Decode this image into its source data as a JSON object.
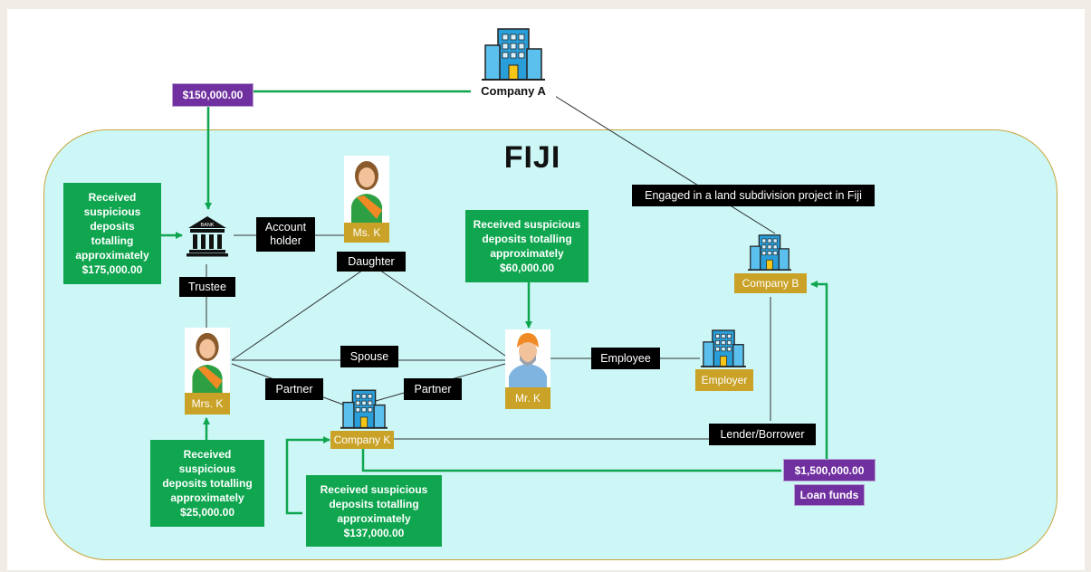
{
  "region_label": "FIJI",
  "entities": {
    "company_a": "Company A",
    "company_b": "Company B",
    "company_k": "Company K",
    "employer": "Employer",
    "ms_k": "Ms. K",
    "mrs_k": "Mrs. K",
    "mr_k": "Mr. K"
  },
  "amounts": {
    "payment_a": "$150,000.00",
    "loan_amount": "$1,500,000.00",
    "loan_label": "Loan funds"
  },
  "relationships": {
    "account_holder": [
      "Account",
      "holder"
    ],
    "trustee": "Trustee",
    "daughter": "Daughter",
    "spouse": "Spouse",
    "partner_left": "Partner",
    "partner_right": "Partner",
    "employee": "Employee",
    "lender_borrower": "Lender/Borrower",
    "engaged": "Engaged in a land subdivision project in Fiji"
  },
  "deposits": {
    "bank": [
      "Received",
      "suspicious",
      "deposits",
      "totalling",
      "approximately",
      "$175,000.00"
    ],
    "mr_k": [
      "Received suspicious",
      "deposits totalling",
      "approximately",
      "$60,000.00"
    ],
    "mrs_k": [
      "Received",
      "suspicious",
      "deposits totalling",
      "approximately",
      "$25,000.00"
    ],
    "company_k": [
      "Received suspicious",
      "deposits totalling",
      "approximately",
      "$137,000.00"
    ]
  },
  "bank_icon_text": "BANK",
  "icons": [
    "bank-icon",
    "building-icon",
    "woman-icon",
    "man-turban-icon"
  ],
  "colors": {
    "region_fill": "#cdf7f7",
    "region_border": "#c9a63a",
    "flow_green": "#0fa64f",
    "label_gold": "#c9a227",
    "amount_purple": "#7030a0"
  }
}
